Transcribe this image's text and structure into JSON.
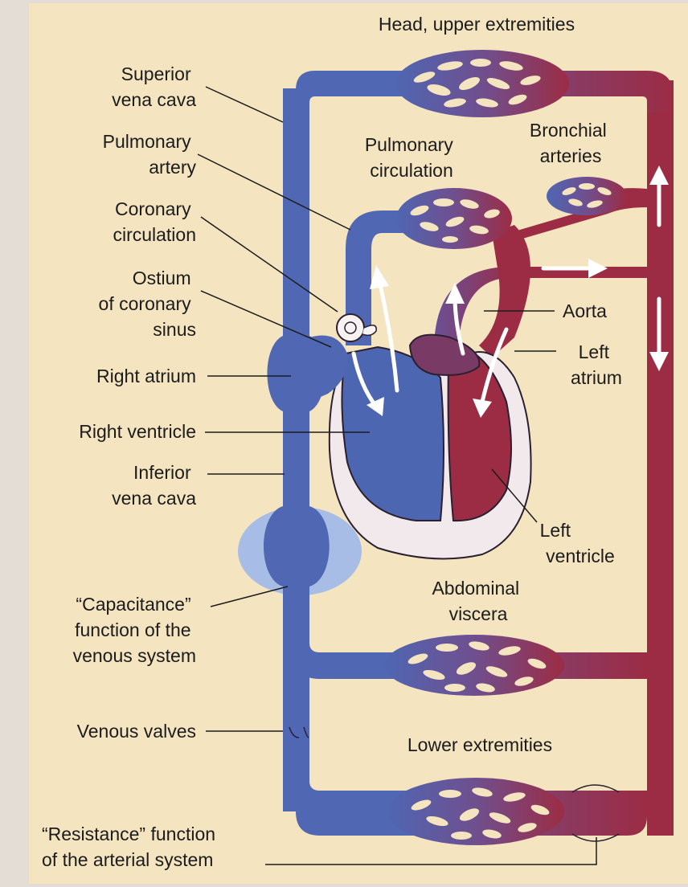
{
  "labels": {
    "head": "Head, upper extremities",
    "svc": [
      "Superior",
      "vena cava"
    ],
    "pa": [
      "Pulmonary",
      "artery"
    ],
    "coronary": [
      "Coronary",
      "circulation"
    ],
    "ostium": [
      "Ostium",
      "of coronary",
      "sinus"
    ],
    "ra": "Right atrium",
    "rv": "Right ventricle",
    "ivc": [
      "Inferior",
      "vena cava"
    ],
    "capacitance": [
      "“Capacitance”",
      "function of the",
      "venous system"
    ],
    "valves": "Venous valves",
    "resistance": [
      "“Resistance” function",
      "of the arterial system"
    ],
    "pulm_circ": [
      "Pulmonary",
      "circulation"
    ],
    "bronchial": [
      "Bronchial",
      "arteries"
    ],
    "aorta": "Aorta",
    "la": [
      "Left",
      "atrium"
    ],
    "lv": [
      "Left",
      "ventricle"
    ],
    "abdominal": [
      "Abdominal",
      "viscera"
    ],
    "lower": "Lower extremities"
  },
  "colors": {
    "background": "#f4e4c0",
    "frame": "#e4ddd6",
    "venous": "#5068b4",
    "arterial": "#9c2c44",
    "capacitance_halo": "#a8bde6",
    "heart_sac": "#f1e9ec",
    "arrow": "#ffffff"
  }
}
